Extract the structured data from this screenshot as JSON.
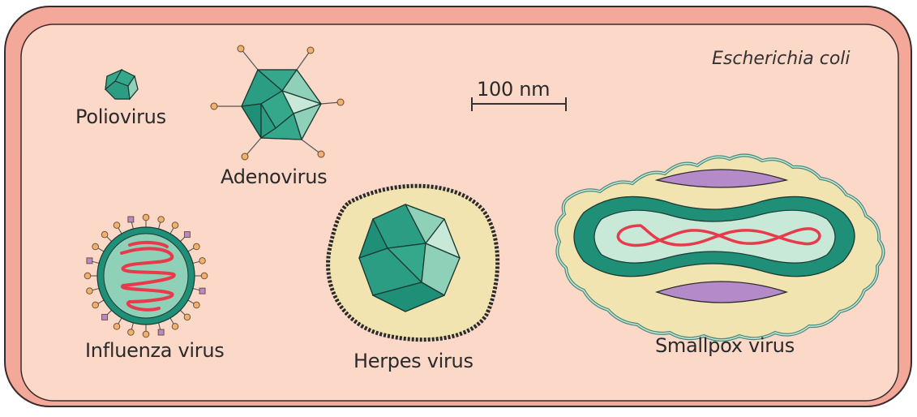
{
  "cell": {
    "label": "Escherichia coli",
    "outer_color": "#f4a89a",
    "inner_color": "#fbd8c8",
    "border_color": "#3a2a2a"
  },
  "scale_bar": {
    "label": "100 nm"
  },
  "viruses": [
    {
      "key": "poliovirus",
      "label": "Poliovirus"
    },
    {
      "key": "adenovirus",
      "label": "Adenovirus"
    },
    {
      "key": "influenza",
      "label": "Influenza virus"
    },
    {
      "key": "herpes",
      "label": "Herpes virus"
    },
    {
      "key": "smallpox",
      "label": "Smallpox virus"
    }
  ],
  "colors": {
    "capsid_dark": "#1f8f77",
    "capsid_mid": "#35a88c",
    "capsid_light": "#8fd0b8",
    "capsid_pale": "#c8e8d8",
    "envelope": "#f2e4b0",
    "rna": "#e83a4a",
    "lateral_body": "#b48ac8",
    "spike_knob": "#f0b070"
  }
}
